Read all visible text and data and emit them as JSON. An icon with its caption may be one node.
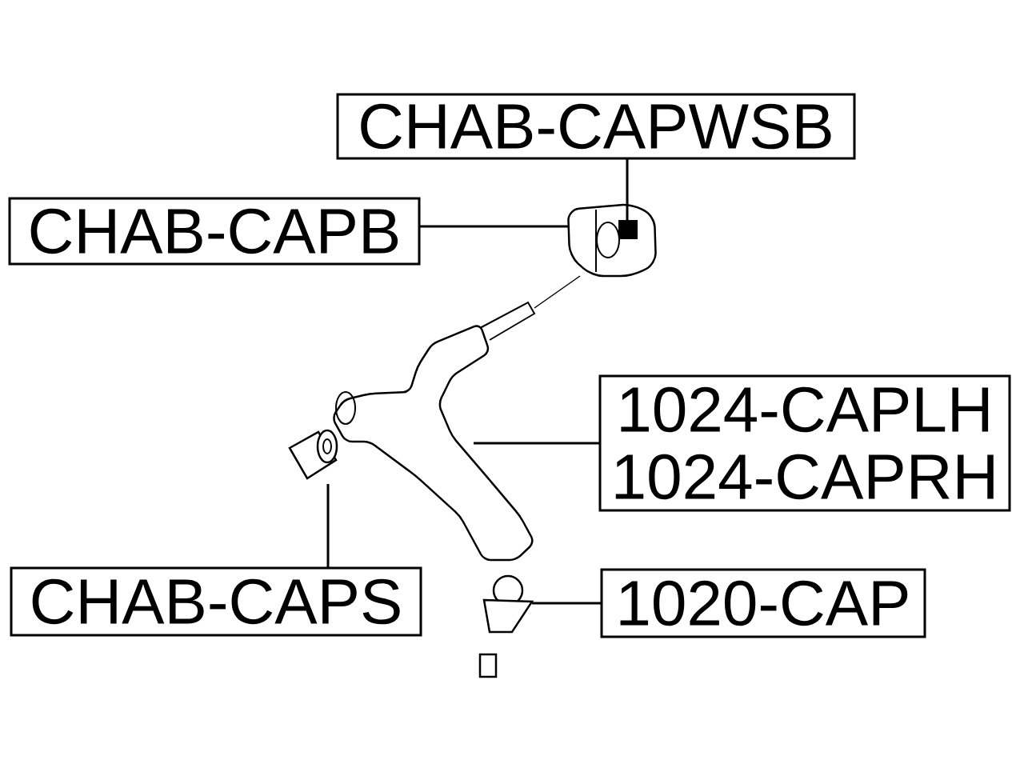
{
  "diagram": {
    "nodes": [
      {
        "text": [
          "CHAB-CAPWSB"
        ]
      },
      {
        "text": [
          "CHAB-CAPB"
        ]
      },
      {
        "text": [
          "1024-CAPLH",
          "1024-CAPRH"
        ]
      },
      {
        "text": [
          "CHAB-CAPS"
        ]
      },
      {
        "text": [
          "1020-CAP"
        ]
      },
      {
        "text": [],
        "shape": "picture"
      },
      {
        "text": [],
        "shape": "picture"
      },
      {
        "text": [],
        "shape": "picture"
      },
      {
        "text": [],
        "shape": "picture"
      }
    ],
    "edges": [
      {
        "from": 0,
        "to": 5,
        "arrow": "none"
      },
      {
        "from": 1,
        "to": 5,
        "arrow": "none"
      },
      {
        "from": 2,
        "to": 7,
        "arrow": "none"
      },
      {
        "from": 3,
        "to": 6,
        "arrow": "none"
      },
      {
        "from": 4,
        "to": 8,
        "arrow": "none"
      }
    ]
  }
}
